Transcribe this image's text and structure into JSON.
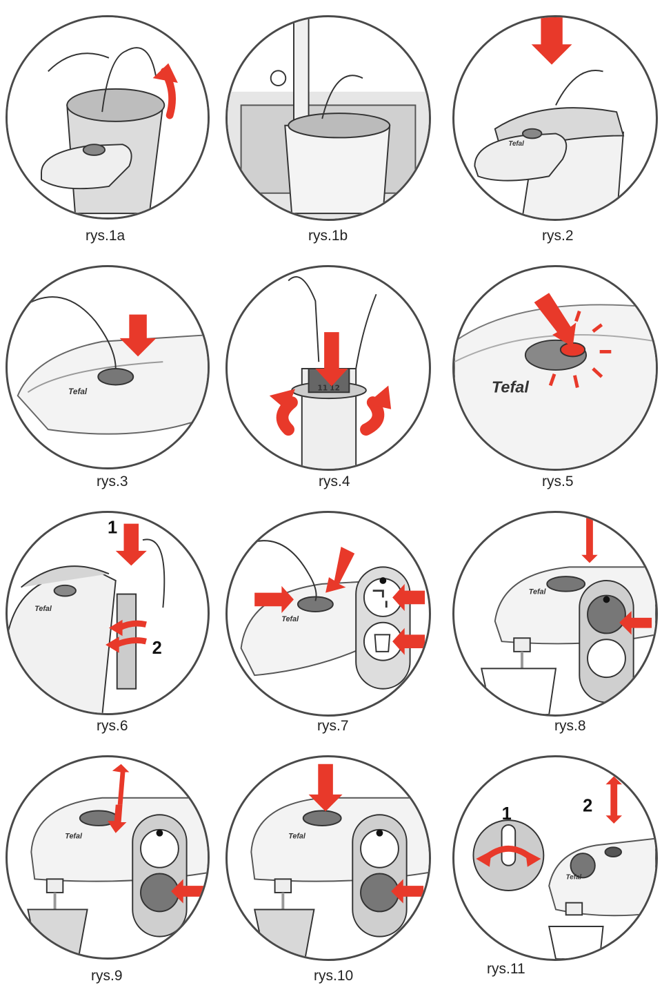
{
  "figures": [
    {
      "id": "1a",
      "caption": "rys.1a"
    },
    {
      "id": "1b",
      "caption": "rys.1b"
    },
    {
      "id": "2",
      "caption": "rys.2"
    },
    {
      "id": "3",
      "caption": "rys.3"
    },
    {
      "id": "4",
      "caption": "rys.4"
    },
    {
      "id": "5",
      "caption": "rys.5"
    },
    {
      "id": "6",
      "caption": "rys.6"
    },
    {
      "id": "7",
      "caption": "rys.7"
    },
    {
      "id": "8",
      "caption": "rys.8"
    },
    {
      "id": "9",
      "caption": "rys.9"
    },
    {
      "id": "10",
      "caption": "rys.10"
    },
    {
      "id": "11",
      "caption": "rys.11"
    }
  ],
  "brand": "Tefal",
  "dial_labels": {
    "left": "11",
    "right": "12"
  },
  "step_labels": {
    "fig6_first": "1",
    "fig6_second": "2",
    "fig11_first": "1",
    "fig11_second": "2"
  },
  "colors": {
    "arrow": "#e8392a",
    "outline": "#4a4a4a",
    "appliance_grey": "#d4d4d4",
    "dark_grey": "#555555",
    "button_panel": "#cfcfcf"
  },
  "icons": [
    "arrow-icon",
    "hot-water-icon",
    "cold-water-icon",
    "cup-icon",
    "glass-icon"
  ]
}
